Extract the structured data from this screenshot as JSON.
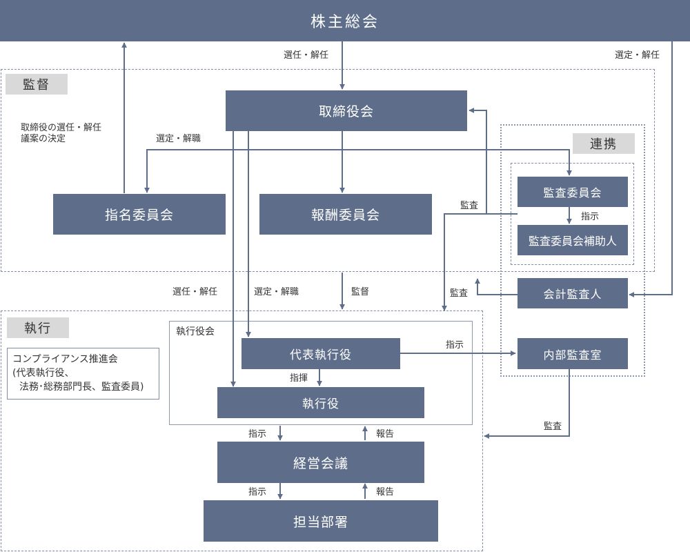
{
  "header": {
    "title": "株主総会"
  },
  "sections": {
    "supervision": "監督",
    "execution": "執行",
    "collaboration": "連携",
    "executive_officers_group": "執行役会"
  },
  "nodes": {
    "board": "取締役会",
    "nomination": "指名委員会",
    "compensation": "報酬委員会",
    "audit_committee": "監査委員会",
    "audit_assistant": "監査委員会補助人",
    "accounting_auditor": "会計監査人",
    "internal_audit": "内部監査室",
    "rep_executive": "代表執行役",
    "executive": "執行役",
    "management_meeting": "経営会議",
    "departments": "担当部署"
  },
  "compliance": {
    "line1": "コンプライアンス推進会",
    "line2": "(代表執行役、",
    "line3": "法務･総務部門長、監査委員)"
  },
  "edge_labels": {
    "shareholders_to_board": "選任・解任",
    "shareholders_to_auditor": "選定・解任",
    "nomination_note_1": "取締役の選任・解任",
    "nomination_note_2": "議案の決定",
    "board_to_audit_committee": "選定・解職",
    "audit_cmte_to_assistant": "指示",
    "audit_to_board": "監査",
    "board_to_executive": "選任・解任",
    "board_to_rep": "選定・解職",
    "board_supervise": "監督",
    "audit_to_execution": "監査",
    "rep_to_internal": "指示",
    "rep_to_exec": "指揮",
    "exec_to_mgmt": "指示",
    "mgmt_to_exec": "報告",
    "mgmt_to_dept": "指示",
    "dept_to_mgmt": "報告",
    "internal_audit_label": "監査"
  },
  "colors": {
    "box": "#5e6e8a",
    "label_bg": "#d9d9d9",
    "line": "#5e6e8a"
  }
}
